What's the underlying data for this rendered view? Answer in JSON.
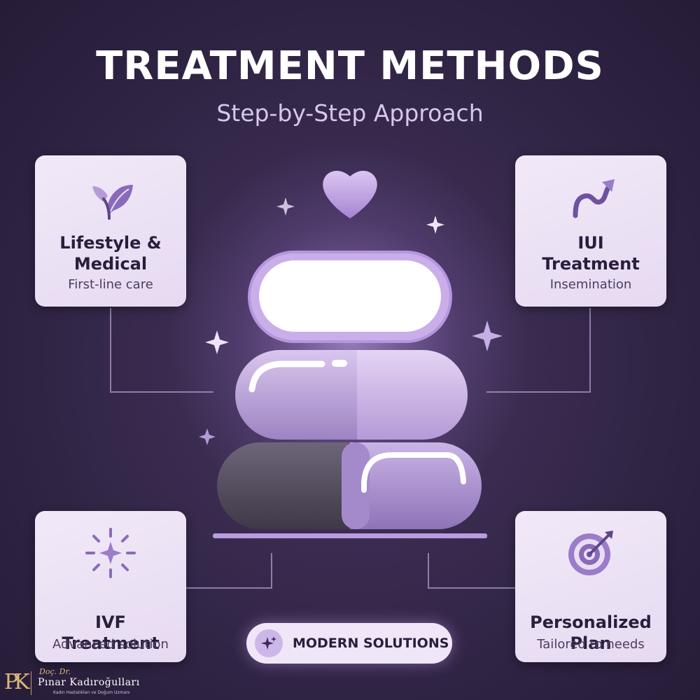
{
  "header": {
    "title": "TREATMENT METHODS",
    "subtitle": "Step-by-Step Approach"
  },
  "cards": {
    "lifestyle": {
      "label": "Lifestyle &\nMedical",
      "sub": "First-line care",
      "icon": "leaf-icon"
    },
    "iui": {
      "label": "IUI\nTreatment",
      "sub": "Insemination",
      "icon": "trending-arrow-icon"
    },
    "ivf": {
      "label": "IVF\nTreatment",
      "sub": "Advanced solution",
      "icon": "sparkle-burst-icon"
    },
    "personal": {
      "label": "Personalized\nPlan",
      "sub": "Tailored to needs",
      "icon": "target-icon"
    }
  },
  "badge": {
    "label": "MODERN SOLUTIONS",
    "icon": "sparkles-icon"
  },
  "logo": {
    "mark": "PK",
    "title": "Doç. Dr.",
    "name": "Pınar Kadıroğulları",
    "tagline": "Kadın Hastalıkları ve Doğum Uzmanı"
  },
  "colors": {
    "background": "#2c2140",
    "card": "#ece3f6",
    "accent": "#a98bd2",
    "text_dark": "#2a1e3d",
    "gold": "#d9b77a"
  }
}
